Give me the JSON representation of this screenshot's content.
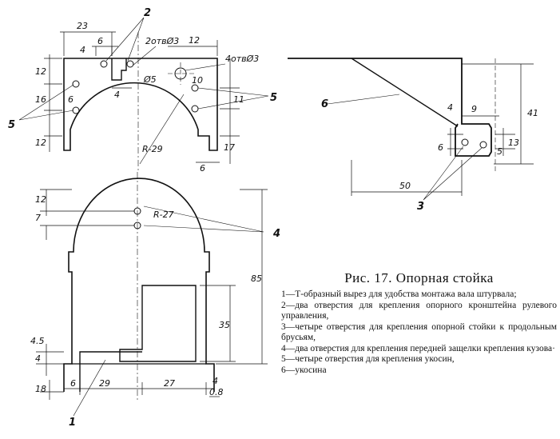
{
  "figure": {
    "title": "Рис. 17. Опорная стойка",
    "legend": [
      "1—Т-образный вырез для удобства монтажа вала штурвала;",
      "2—два отверстия для крепления опорного кронштейна рулевого управления,",
      "3—четыре отверстия для крепления опорной стойки к продольным брусьям,",
      "4—два отверстия для крепления передней защелки крепления кузова·",
      "5—четыре отверстия для крепления укосин,",
      "6—укосина"
    ]
  },
  "top_view": {
    "dims": {
      "d23": "23",
      "d6a": "6",
      "d2otb": "2отвØ3",
      "d12a": "12",
      "d4a": "4",
      "d12b": "12",
      "d16": "16",
      "d6b": "6",
      "d4b": "4",
      "dphi5": "Ø5",
      "d10": "10",
      "d4otb": "4отвØ3",
      "d11": "11",
      "d12c": "12",
      "dr29": "R-29",
      "d17": "17",
      "d6c": "6"
    },
    "labels": {
      "l2": "2",
      "l5a": "5",
      "l5b": "5"
    }
  },
  "side_view": {
    "dims": {
      "d4": "4",
      "d9": "9",
      "d41": "41",
      "d6": "6",
      "d5": "5",
      "d13": "13",
      "d50": "50"
    },
    "labels": {
      "l6": "6",
      "l3": "3"
    }
  },
  "front_view": {
    "dims": {
      "d12": "12",
      "d7": "7",
      "dr27": "R-27",
      "d85": "85",
      "d35": "35",
      "d45": "4.5",
      "d4a": "4",
      "d18": "18",
      "d6": "6",
      "d29": "29",
      "d27": "27",
      "d4b": "4",
      "d08": "0.8"
    },
    "labels": {
      "l4": "4",
      "l1": "1"
    }
  }
}
